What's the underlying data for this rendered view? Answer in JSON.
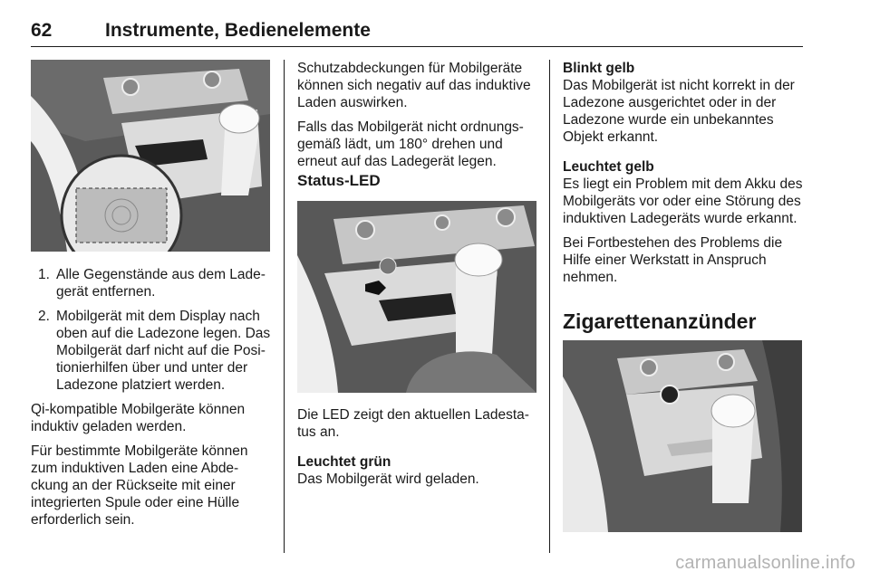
{
  "header": {
    "page_number": "62",
    "chapter_title": "Instrumente, Bedienelemente"
  },
  "column1": {
    "steps": [
      {
        "num": "1.",
        "text": "Alle Gegenstände aus dem Lade-gerät entfernen."
      },
      {
        "num": "2.",
        "text": "Mobilgerät mit dem Display nach oben auf die Ladezone legen. Das Mobilgerät darf nicht auf die Posi-tionierhilfen über und unter der Ladezone platziert werden."
      }
    ],
    "para1": "Qi-kompatible Mobilgeräte können induktiv geladen werden.",
    "para2": "Für bestimmte Mobilgeräte können zum induktiven Laden eine Abde-ckung an der Rückseite mit einer integrierten Spule oder eine Hülle erforderlich sein."
  },
  "column2": {
    "para1": "Schutzabdeckungen für Mobilgeräte können sich negativ auf das induktive Laden auswirken.",
    "para2": "Falls das Mobilgerät nicht ordnungs-gemäß lädt, um 180° drehen und erneut auf das Ladegerät legen.",
    "heading": "Status-LED",
    "para3": "Die LED zeigt den aktuellen Ladesta-tus an.",
    "green_head": "Leuchtet grün",
    "green_text": "Das Mobilgerät wird geladen."
  },
  "column3": {
    "blink_head": "Blinkt gelb",
    "blink_text": "Das Mobilgerät ist nicht korrekt in der Ladezone ausgerichtet oder in der Ladezone wurde ein unbekanntes Objekt erkannt.",
    "yellow_head": "Leuchtet gelb",
    "yellow_text": "Es liegt ein Problem mit dem Akku des Mobilgeräts vor oder eine Störung des induktiven Ladegeräts wurde erkannt.",
    "yellow_text2": "Bei Fortbestehen des Problems die Hilfe einer Werkstatt in Anspruch nehmen.",
    "heading": "Zigarettenanzünder"
  },
  "watermark": "carmanualsonline.info",
  "colors": {
    "text": "#1a1a1a",
    "watermark": "#b3b3b3",
    "photo_dark": "#4a4a4a",
    "photo_light": "#c9c9c9"
  }
}
